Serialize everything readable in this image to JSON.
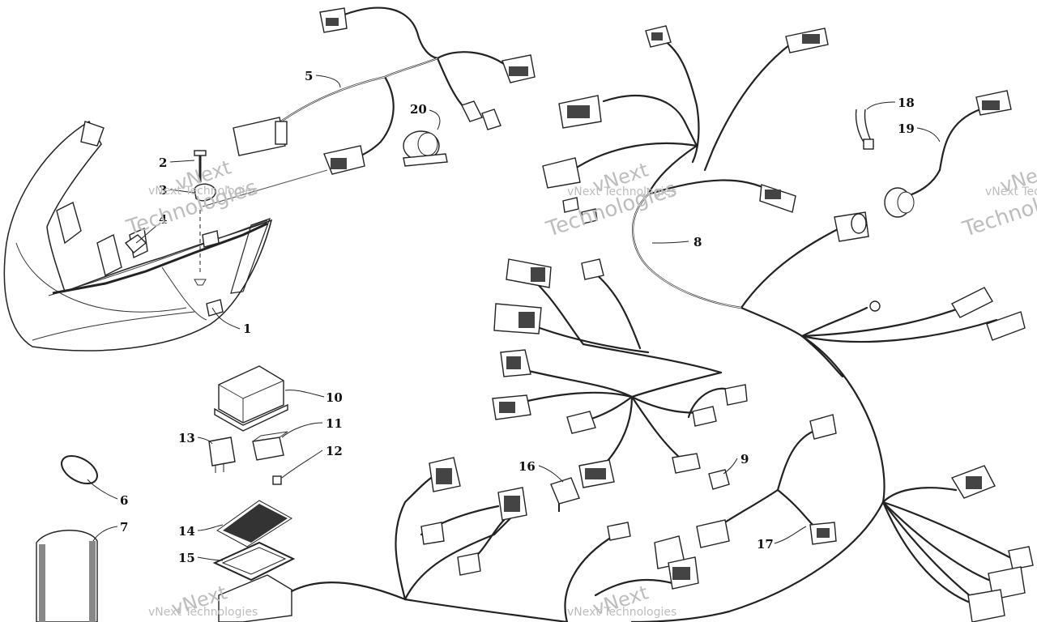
{
  "watermark": {
    "line1": "vNext Technologies",
    "line2": "vNext",
    "line3": "Technologies"
  },
  "callouts": [
    {
      "id": "1",
      "label": "1"
    },
    {
      "id": "2",
      "label": "2"
    },
    {
      "id": "3",
      "label": "3"
    },
    {
      "id": "4",
      "label": "4"
    },
    {
      "id": "5",
      "label": "5"
    },
    {
      "id": "6",
      "label": "6"
    },
    {
      "id": "7",
      "label": "7"
    },
    {
      "id": "8",
      "label": "8"
    },
    {
      "id": "9",
      "label": "9"
    },
    {
      "id": "10",
      "label": "10"
    },
    {
      "id": "11",
      "label": "11"
    },
    {
      "id": "12",
      "label": "12"
    },
    {
      "id": "13",
      "label": "13"
    },
    {
      "id": "14",
      "label": "14"
    },
    {
      "id": "15",
      "label": "15"
    },
    {
      "id": "16",
      "label": "16"
    },
    {
      "id": "17",
      "label": "17"
    },
    {
      "id": "18",
      "label": "18"
    },
    {
      "id": "19",
      "label": "19"
    },
    {
      "id": "20",
      "label": "20"
    }
  ]
}
